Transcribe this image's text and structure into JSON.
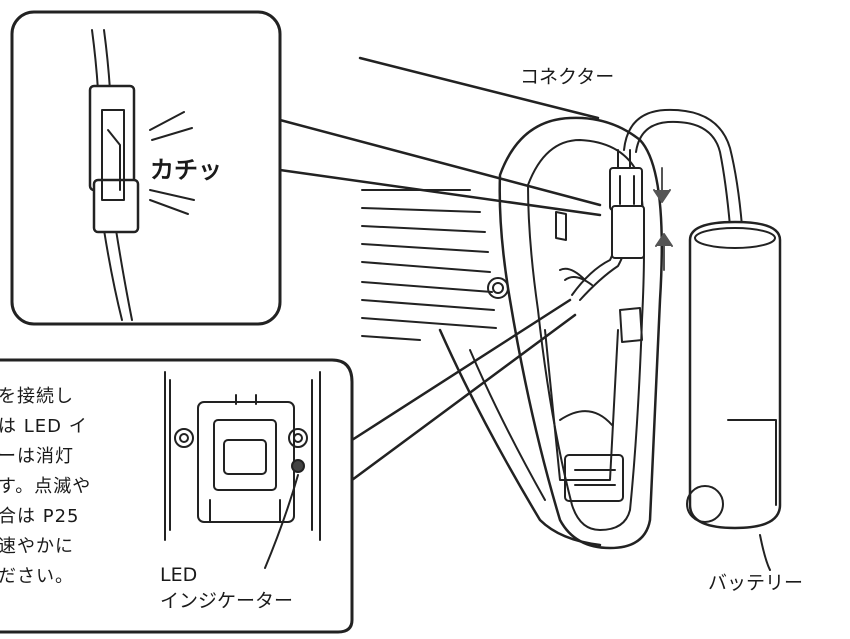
{
  "labels": {
    "connector": "コネクター",
    "click_sound": "カチッ",
    "battery": "バッテリー",
    "led_indicator_line1": "LED",
    "led_indicator_line2": "インジケーター"
  },
  "note_lines": [
    "を接続し",
    "は LED イ",
    "ーは消灯",
    "す。点滅や",
    "合は P25",
    "速やかに",
    "ださい。"
  ]
}
